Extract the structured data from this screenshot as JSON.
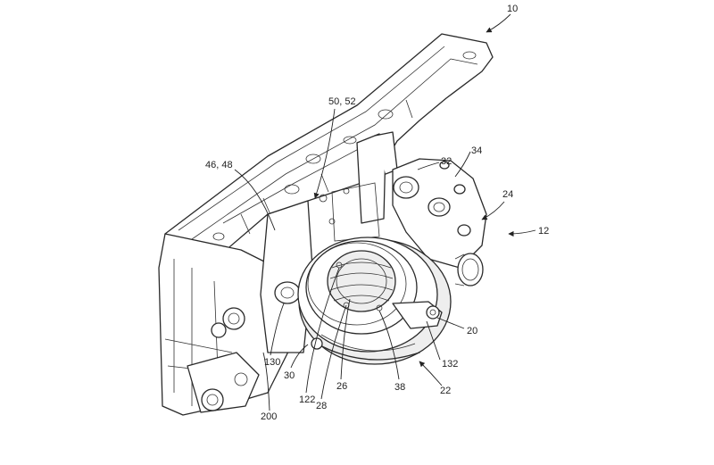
{
  "labels": {
    "l10": "10",
    "l12": "12",
    "l20": "20",
    "l22": "22",
    "l24": "24",
    "l26": "26",
    "l28": "28",
    "l30": "30",
    "l32": "32",
    "l34": "34",
    "l38": "38",
    "l122": "122",
    "l130": "130",
    "l132": "132",
    "l200": "200",
    "l4648": "46, 48",
    "l5052": "50, 52"
  }
}
